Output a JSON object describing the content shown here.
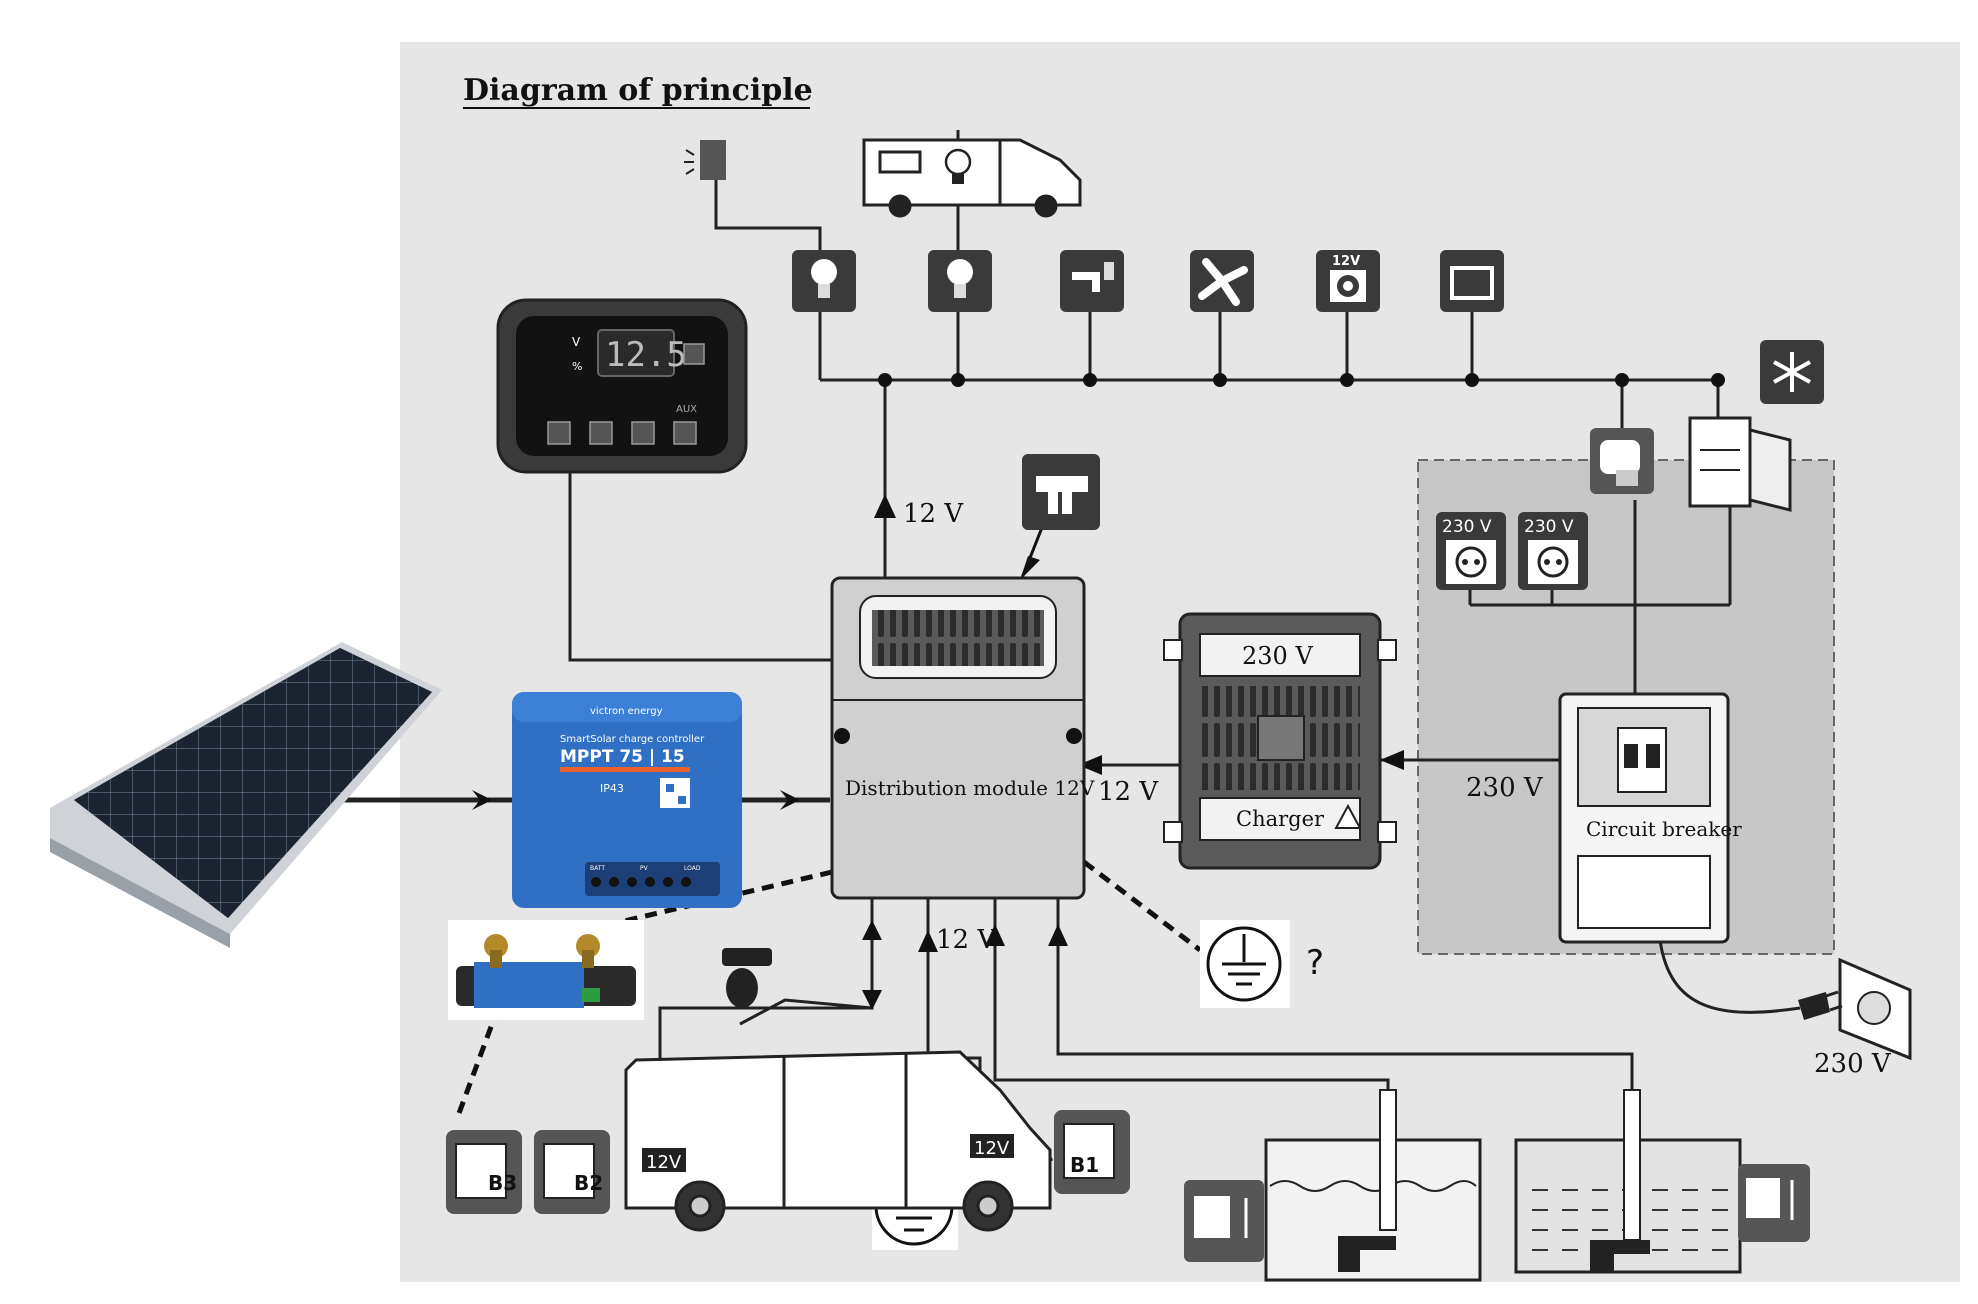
{
  "title": "Diagram of principle",
  "colors": {
    "paper": "#e6e6e6",
    "wire": "#222222",
    "icon_bg": "#3a3a3a",
    "panel_area": "#c9c9c9",
    "victron_blue": "#2f6fc4",
    "victron_orange": "#e8642a"
  },
  "control_panel": {
    "display": "12.5",
    "unit_v": "V",
    "unit_pct": "%",
    "aux": "AUX"
  },
  "solar_controller": {
    "brand": "victron energy",
    "model_line": "SmartSolar charge controller",
    "model": "MPPT 75 | 15",
    "rating": "IP43",
    "ports": [
      "BATT",
      "PV",
      "LOAD"
    ]
  },
  "distribution_module": {
    "label": "Distribution module 12V"
  },
  "charger": {
    "input_label": "230 V",
    "label": "Charger"
  },
  "circuit_breaker": {
    "label": "Circuit breaker"
  },
  "sockets": [
    "230 V",
    "230 V"
  ],
  "voltage_labels": {
    "up_12v": "12 V",
    "charger_out": "12 V",
    "breaker_to_charger": "230 V",
    "mains": "230 V",
    "bottom_12v": "12 V",
    "van_left": "12V",
    "van_right": "12V",
    "consumer_12v": "12V"
  },
  "batteries": [
    "B3",
    "B2",
    "B1"
  ],
  "earth_question": "?",
  "icons": [
    "solar-panel",
    "battery-monitor-shunt",
    "lamp",
    "water-pump",
    "fan",
    "speaker",
    "tv",
    "snowflake",
    "fridge",
    "water-heater",
    "fuse",
    "earth-ground",
    "mains-plug",
    "wall-socket",
    "tap",
    "water-tank"
  ]
}
